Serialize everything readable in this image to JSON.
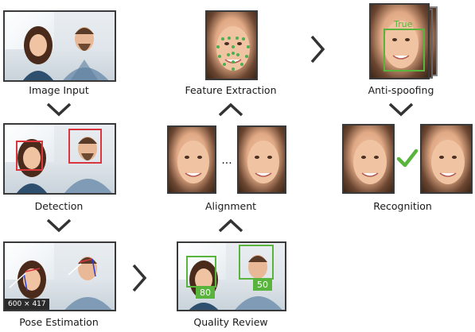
{
  "steps": {
    "image_input": "Image Input",
    "detection": "Detection",
    "pose_estimation": "Pose Estimation",
    "feature_extraction": "Feature Extraction",
    "alignment": "Alignment",
    "quality_review": "Quality Review",
    "anti_spoofing": "Anti-spoofing",
    "recognition": "Recognition"
  },
  "annotations": {
    "spoof_result": "True",
    "ellipsis": "...",
    "quality_score_left": "80",
    "quality_score_right": "50",
    "image_size_badge": "600 × 417"
  },
  "icons": {
    "arrow": "chevron-icon",
    "match": "checkmark-icon"
  },
  "colors": {
    "detection_box": "#d9363e",
    "quality_box": "#58b43c",
    "arrow": "#333333",
    "check": "#58b43c"
  }
}
